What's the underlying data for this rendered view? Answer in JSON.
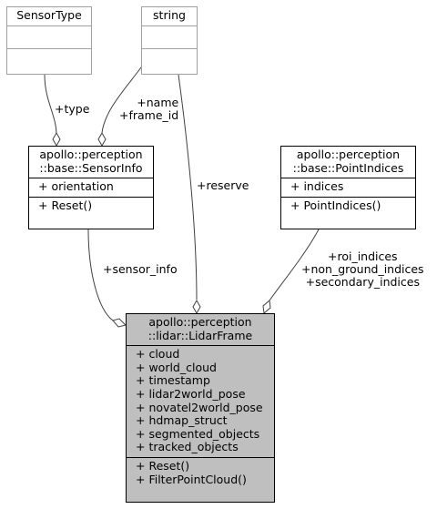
{
  "classes": {
    "sensor_type": {
      "title": [
        "SensorType"
      ],
      "attributes": [],
      "methods": []
    },
    "string": {
      "title": [
        "string"
      ],
      "attributes": [],
      "methods": []
    },
    "sensor_info": {
      "title": [
        "apollo::perception",
        "::base::SensorInfo"
      ],
      "attributes": [
        "+ orientation"
      ],
      "methods": [
        "+ Reset()"
      ]
    },
    "point_indices": {
      "title": [
        "apollo::perception",
        "::base::PointIndices"
      ],
      "attributes": [
        "+ indices"
      ],
      "methods": [
        "+ PointIndices()"
      ]
    },
    "lidar_frame": {
      "title": [
        "apollo::perception",
        "::lidar::LidarFrame"
      ],
      "attributes": [
        "+ cloud",
        "+ world_cloud",
        "+ timestamp",
        "+ lidar2world_pose",
        "+ novatel2world_pose",
        "+ hdmap_struct",
        "+ segmented_objects",
        "+ tracked_objects"
      ],
      "methods": [
        "+ Reset()",
        "+ FilterPointCloud()"
      ]
    }
  },
  "edges": {
    "type_label": [
      "+type"
    ],
    "name_label": [
      "+name",
      "+frame_id"
    ],
    "reserve_label": [
      "+reserve"
    ],
    "sensor_info_label": [
      "+sensor_info"
    ],
    "indices_label": [
      "+roi_indices",
      "+non_ground_indices",
      "+secondary_indices"
    ]
  },
  "colors": {
    "highlight_fill": "#bfbfbf",
    "external_border": "#a0a0a0",
    "line": "#404040"
  }
}
